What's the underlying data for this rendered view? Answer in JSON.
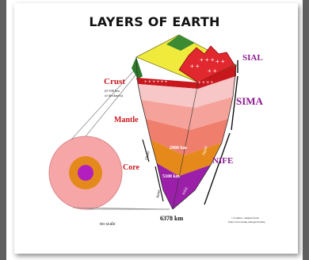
{
  "title": "LAYERS OF EARTH",
  "labels": {
    "crust": "Crust",
    "crust_note_1": "(0-100 km",
    "crust_note_2": "of thickness)",
    "mantle": "Mantle",
    "core": "Core",
    "sial": "SIAL",
    "sima": "SIMA",
    "nife": "NIFE",
    "depth_mantle": "2900 km",
    "depth_outer_core": "5100 km",
    "depth_center": "6378 km",
    "outer": "Outer",
    "inner": "Inner",
    "liquid": "liquid",
    "solid": "solid",
    "scale": "no scale",
    "credit_1": "©Conntec, adapted from",
    "credit_2": "http://www.usrep.edu/geo/faculty"
  },
  "colors": {
    "title": "#111111",
    "label_red": "#c8181e",
    "label_purple": "#8b1a8f",
    "crust_surface": "#f0ea3c",
    "mountains": "#e0282e",
    "upper_mantle": "#f7c6c6",
    "mid_mantle": "#f4a29a",
    "lower_mantle": "#ef7e6c",
    "outer_core": "#e58a1a",
    "inner_core": "#9b1fa8",
    "sphere_outer": "#f7a6a8",
    "sphere_middle": "#e48a1c",
    "sphere_inner": "#b31fbe"
  }
}
